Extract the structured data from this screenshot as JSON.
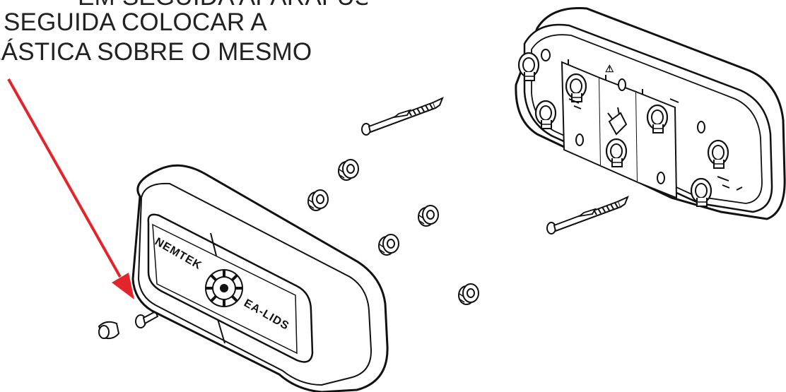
{
  "instruction": {
    "lines": [
      "SEGUIDA COLOCAR A",
      "LÁSTICA SOBRE O MESMO"
    ],
    "clipped_top_line": "EM SEGUIDA APARAFUSAR"
  },
  "cover_labels": {
    "brand": "NEMTEK",
    "model": "EA-LIDS"
  },
  "base_labels": {
    "warning": "⚠"
  },
  "colors": {
    "arrow": "#e2252b",
    "line": "#111111",
    "fill": "#ffffff"
  }
}
